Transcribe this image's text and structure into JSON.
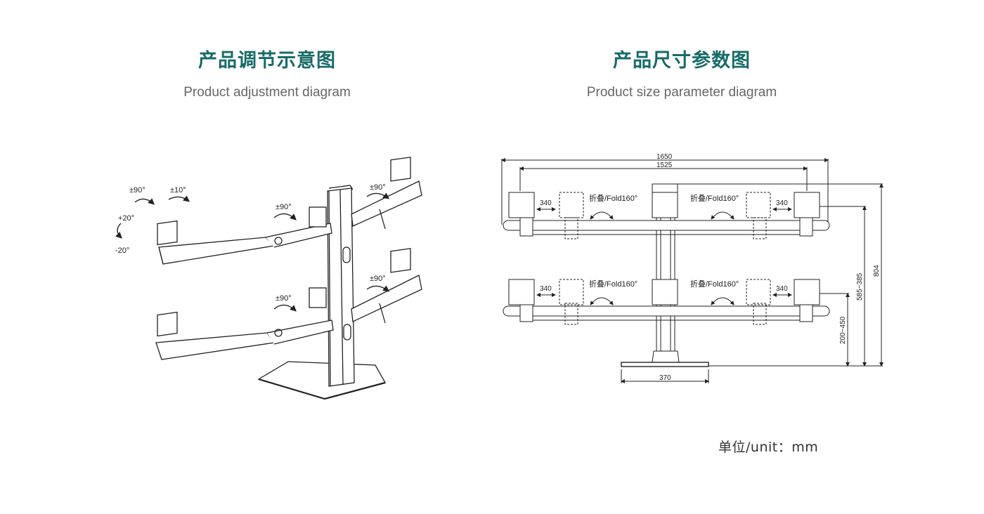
{
  "left": {
    "title": "产品调节示意图",
    "subtitle": "Product adjustment diagram",
    "angles": {
      "tilt": "±90°",
      "swivel": "±10°",
      "up": "+20°",
      "down": "-20°",
      "arm1": "±90°",
      "arm2": "±90°",
      "arm3": "±90°",
      "arm4": "±90°"
    }
  },
  "right": {
    "title": "产品尺寸参数图",
    "subtitle": "Product size parameter diagram",
    "dims": {
      "overall_width": "1650",
      "inner_width": "1525",
      "plate_gap": "340",
      "fold": "折叠/Fold160°",
      "base_width": "370",
      "arm_height": "200~450",
      "arm_spacing": "585~385",
      "total_height": "804"
    }
  },
  "unit": "单位/unit：mm"
}
